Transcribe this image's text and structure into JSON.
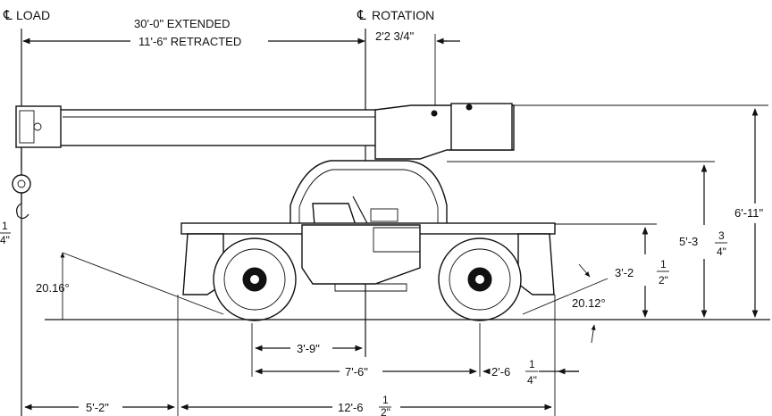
{
  "labels": {
    "cl_load": "LOAD",
    "cl_rotation": "ROTATION",
    "extended": "30'-0\"  EXTENDED",
    "retracted": "11'-6\" RETRACTED",
    "rotation_offset": "2'2 3/4\"",
    "height_total": "6'-11\"",
    "height_mid_whole": "5'-3",
    "height_mid_num": "3",
    "height_mid_den": "4\"",
    "height_low_whole": "3'-2",
    "height_low_num": "1",
    "height_low_den": "2\"",
    "hook_num": "1",
    "hook_den": "4\"",
    "angle_left": "20.16°",
    "angle_right": "20.12°",
    "dim_3_9": "3'-9\"",
    "dim_7_6": "7'-6\"",
    "dim_2_6_whole": "2'-6",
    "dim_2_6_num": "1",
    "dim_2_6_den": "4\"",
    "dim_5_2": "5'-2\"",
    "dim_12_6_whole": "12'-6",
    "dim_12_6_num": "1",
    "dim_12_6_den": "2\""
  },
  "symbols": {
    "centerline": "℄"
  }
}
